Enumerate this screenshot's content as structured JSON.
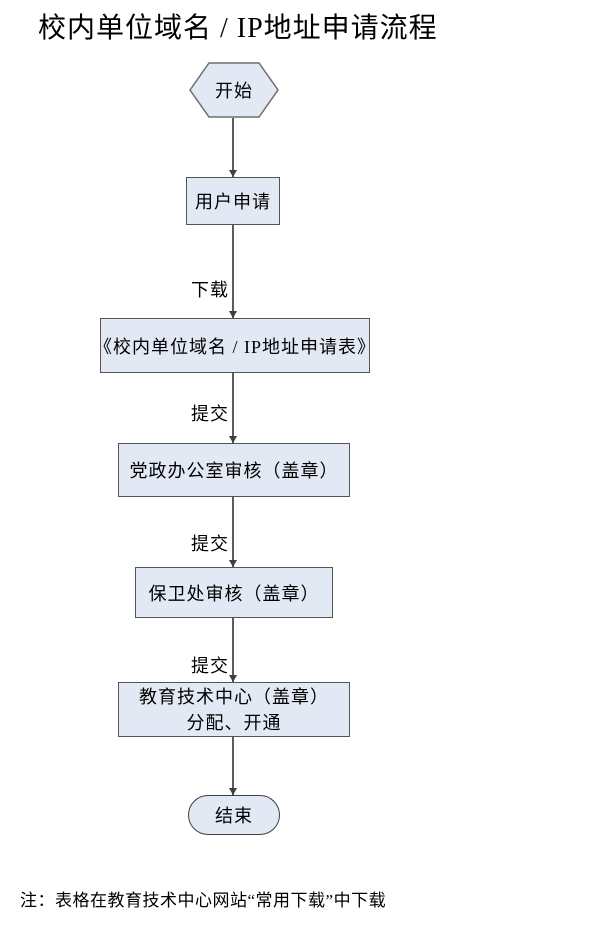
{
  "title": "校内单位域名 / IP地址申请流程",
  "nodes": [
    {
      "id": "start",
      "type": "start-hexagon",
      "label": "开始"
    },
    {
      "id": "user-apply",
      "type": "process",
      "label": "用户申请"
    },
    {
      "id": "application-form",
      "type": "process",
      "label": "《校内单位域名 / IP地址申请表》"
    },
    {
      "id": "party-gov-office-review",
      "type": "process",
      "label": "党政办公室审核（盖章）"
    },
    {
      "id": "security-dept-review",
      "type": "process",
      "label": "保卫处审核（盖章）"
    },
    {
      "id": "edu-tech-center",
      "type": "process",
      "label_line1": "教育技术中心（盖章）",
      "label_line2": "分配、开通"
    },
    {
      "id": "end",
      "type": "terminator",
      "label": "结束"
    }
  ],
  "edge_labels": {
    "download": "下载",
    "submit1": "提交",
    "submit2": "提交",
    "submit3": "提交"
  },
  "note": "注：表格在教育技术中心网站“常用下载”中下载",
  "colors": {
    "node_fill": "#e2e9f4",
    "node_border": "#545454",
    "connector": "#5c5c5c",
    "arrowhead": "#3f3f3f",
    "text": "#000000",
    "background": "#ffffff"
  }
}
